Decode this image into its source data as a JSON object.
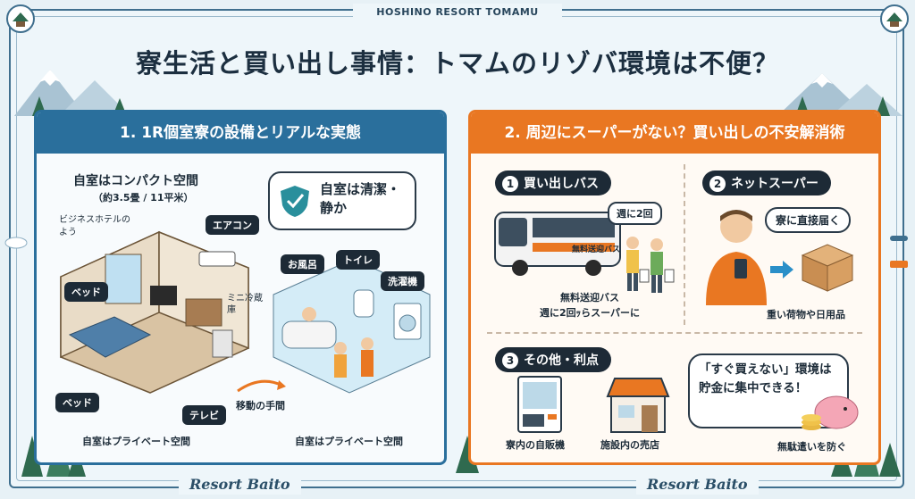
{
  "banner_top": "HOSHINO RESORT TOMAMU",
  "title": "寮生活と買い出し事情：トマムのリゾバ環境は不便？",
  "brand_left": "Resort Baito",
  "brand_right": "Resort Baito",
  "left_panel": {
    "heading": "1. 1R個室寮の設備とリアルな実態",
    "room_title": "自室はコンパクト空間",
    "room_size": "（約3.5畳 / 11平米）",
    "business_hotel": "ビジネスホテルのよう",
    "labels": {
      "aircon": "エアコン",
      "bed_top": "ベッド",
      "bed_bottom": "ベッド",
      "mini_fridge": "ミニ冷蔵庫",
      "tv": "テレビ",
      "bath": "お風呂",
      "toilet": "トイレ",
      "washer": "洗濯機"
    },
    "clean_bubble": "自室は清潔・静か",
    "move_effort": "移動の手間",
    "private_left": "自室はプライベート空間",
    "private_right": "自室はプライベート空間"
  },
  "right_panel": {
    "heading": "2. 周辺にスーパーがない？買い出しの不安解消術",
    "items": [
      {
        "num": "1",
        "label": "買い出しバス"
      },
      {
        "num": "2",
        "label": "ネットスーパー"
      },
      {
        "num": "3",
        "label": "その他・利点"
      }
    ],
    "bus_frequency": "週に2回",
    "bus_side": "無料送迎バス",
    "bus_caption_1": "無料送迎バス",
    "bus_caption_2": "週に2回ｯらスーパーに",
    "delivery_bubble": "寮に直接届く",
    "delivery_caption": "重い荷物や日用品",
    "vending": "寮内の自販機",
    "shop": "施設内の売店",
    "saving_bubble": "「すぐ買えない」環境は貯金に集中できる！",
    "saving_caption": "無駄遣いを防ぐ"
  }
}
